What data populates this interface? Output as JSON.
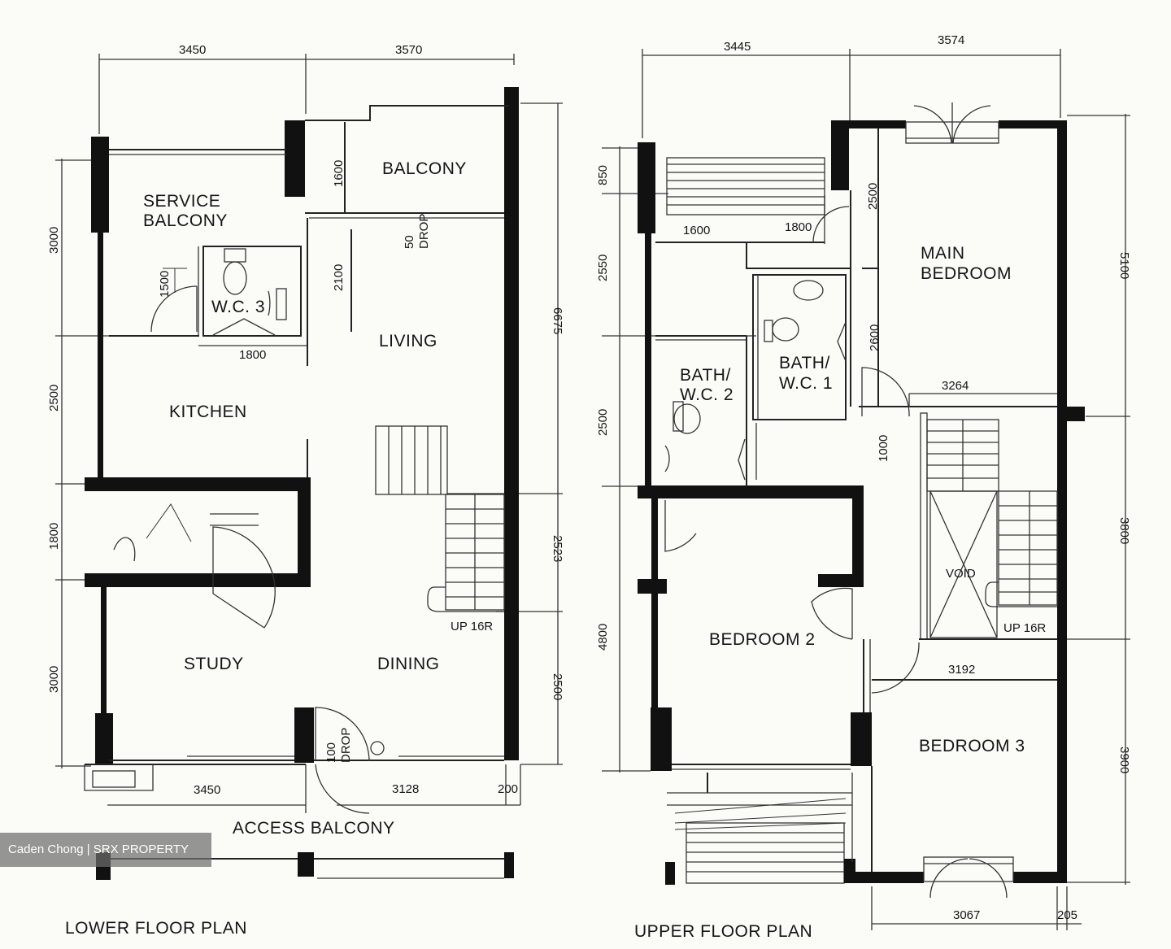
{
  "lower_floor": {
    "title": "LOWER FLOOR PLAN",
    "rooms": {
      "balcony": "BALCONY",
      "service_balcony_1": "SERVICE",
      "service_balcony_2": "BALCONY",
      "wc3": "W.C. 3",
      "living": "LIVING",
      "kitchen": "KITCHEN",
      "study": "STUDY",
      "dining": "DINING",
      "access_balcony": "ACCESS  BALCONY"
    },
    "notes": {
      "drop_50_a": "50",
      "drop_50_b": "DROP",
      "drop_100_a": "100",
      "drop_100_b": "DROP",
      "stair": "UP 16R"
    },
    "dimensions": {
      "top_left": "3450",
      "top_right": "3570",
      "left_1": "3000",
      "left_2": "2500",
      "left_3": "1800",
      "left_4": "3000",
      "inner_1500": "1500",
      "inner_1600": "1600",
      "inner_2100": "2100",
      "inner_1800": "1800",
      "right_6675": "6675",
      "right_2523": "2523",
      "right_2500": "2500",
      "bottom_left": "3450",
      "bottom_mid": "3128",
      "bottom_right": "200"
    }
  },
  "upper_floor": {
    "title": "UPPER FLOOR PLAN",
    "rooms": {
      "main_bedroom_1": "MAIN",
      "main_bedroom_2": "BEDROOM",
      "bath2_1": "BATH/",
      "bath2_2": "W.C. 2",
      "bath1_1": "BATH/",
      "bath1_2": "W.C. 1",
      "bedroom2": "BEDROOM  2",
      "bedroom3": "BEDROOM   3",
      "void": "VOID"
    },
    "notes": {
      "stair": "UP 16R"
    },
    "dimensions": {
      "top_left": "3445",
      "top_right": "3574",
      "left_850": "850",
      "left_2550": "2550",
      "left_2500": "2500",
      "left_4800": "4800",
      "inner_1600": "1600",
      "inner_1800": "1800",
      "inner_2500": "2500",
      "inner_2600": "2600",
      "inner_3264": "3264",
      "inner_1000": "1000",
      "inner_3192": "3192",
      "right_5100": "5100",
      "right_3800": "3800",
      "right_3900": "3900",
      "bottom_3067": "3067",
      "bottom_205": "205"
    }
  },
  "watermark": "Caden Chong | SRX PROPERTY"
}
